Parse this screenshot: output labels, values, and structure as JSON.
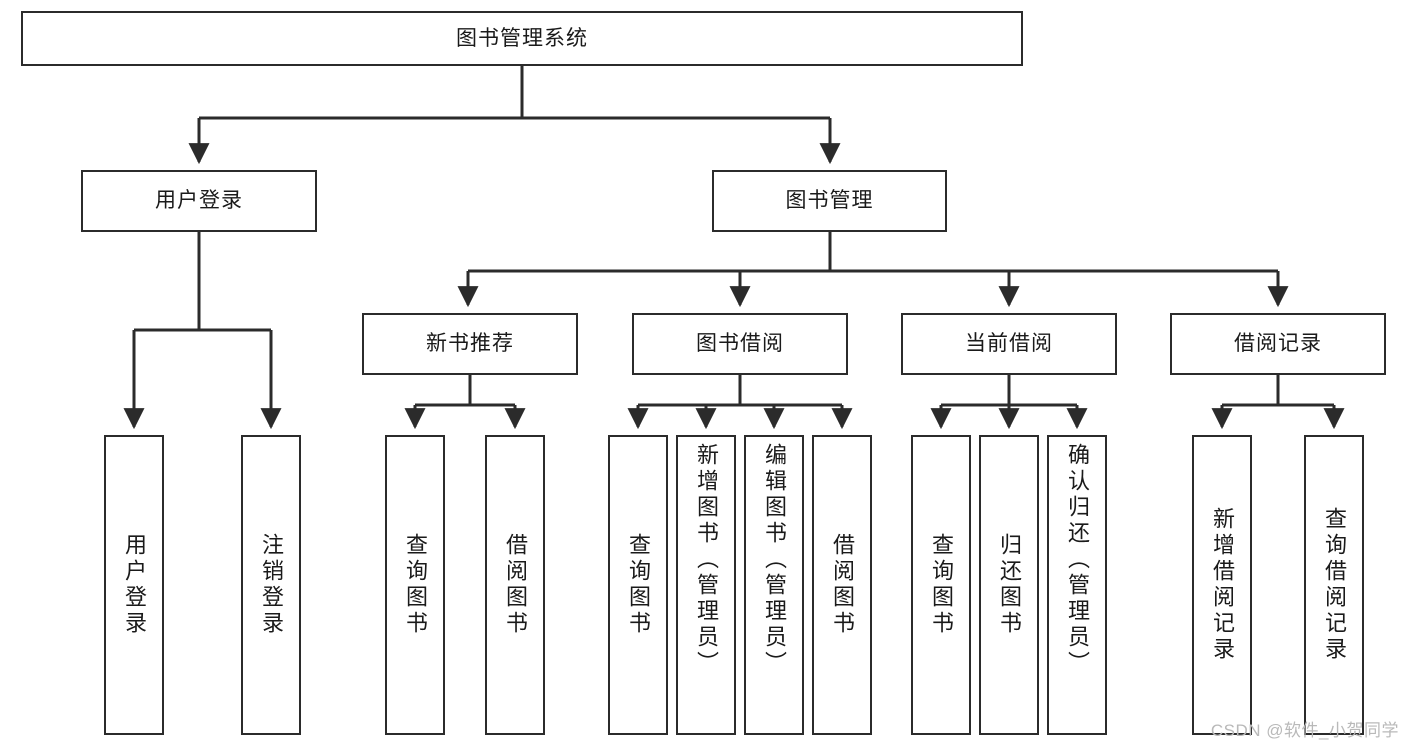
{
  "diagram": {
    "title": "图书管理系统",
    "type": "tree",
    "root": {
      "label": "图书管理系统"
    },
    "level2": [
      {
        "label": "用户登录"
      },
      {
        "label": "图书管理"
      }
    ],
    "level3": [
      {
        "label": "新书推荐"
      },
      {
        "label": "图书借阅"
      },
      {
        "label": "当前借阅"
      },
      {
        "label": "借阅记录"
      }
    ],
    "leaves": {
      "user_login": [
        {
          "label": "用户登录"
        },
        {
          "label": "注销登录"
        }
      ],
      "new_book": [
        {
          "label": "查询图书"
        },
        {
          "label": "借阅图书"
        }
      ],
      "book_borrow": [
        {
          "label": "查询图书"
        },
        {
          "label": "新增图书（管理员）"
        },
        {
          "label": "编辑图书（管理员）"
        },
        {
          "label": "借阅图书"
        }
      ],
      "current_borrow": [
        {
          "label": "查询图书"
        },
        {
          "label": "归还图书"
        },
        {
          "label": "确认归还（管理员）"
        }
      ],
      "borrow_record": [
        {
          "label": "新增借阅记录"
        },
        {
          "label": "查询借阅记录"
        }
      ]
    }
  },
  "watermark": {
    "text": "CSDN @软件_小贺同学"
  },
  "colors": {
    "stroke": "#2b2b2b",
    "background": "#ffffff",
    "text": "#1a1a1a",
    "watermark": "#b9b9b9"
  }
}
